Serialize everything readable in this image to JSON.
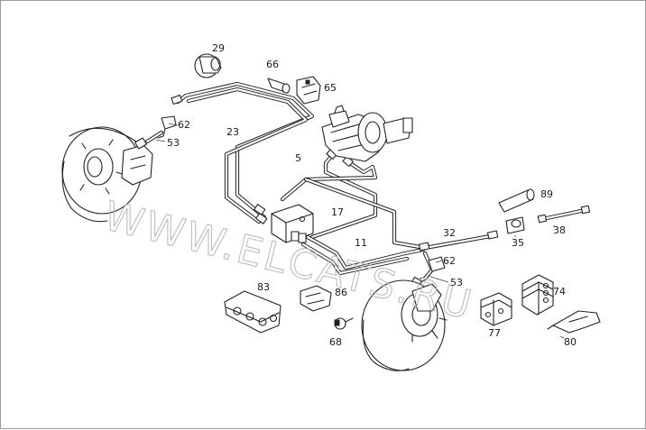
{
  "watermark": "WWW.ELCATS.RU",
  "labels": {
    "p5": "5",
    "p11": "11",
    "p17": "17",
    "p23": "23",
    "p29": "29",
    "p32": "32",
    "p35": "35",
    "p38": "38",
    "p53a": "53",
    "p53b": "53",
    "p62a": "62",
    "p62b": "62",
    "p65": "65",
    "p66": "66",
    "p68": "68",
    "p74": "74",
    "p77": "77",
    "p80": "80",
    "p83": "83",
    "p86": "86",
    "p89": "89"
  },
  "colors": {
    "line": "#222222",
    "watermark": "#bdbdbd",
    "border": "#9a9a9a"
  }
}
